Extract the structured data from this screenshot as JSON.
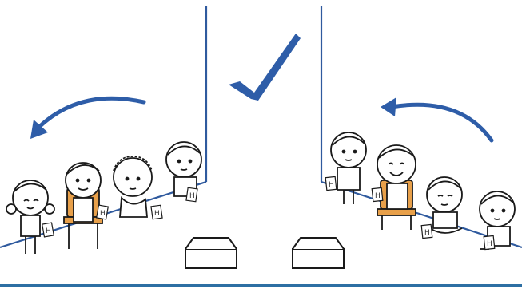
{
  "colors": {
    "line": "#2f5a9e",
    "arrow": "#2e5da8",
    "checkmark": "#2e5da8",
    "bottom_rule": "#2d6fa3",
    "outline": "#1a1a1a",
    "chair": "#e8a04a"
  },
  "cards": {
    "left": [
      "H",
      "H",
      "H",
      "H"
    ],
    "right": [
      "H",
      "H",
      "H",
      "H"
    ]
  },
  "icons": {
    "checkmark": "checkmark-icon",
    "arrow_left": "curved-arrow-left-icon",
    "arrow_right": "curved-arrow-left-icon",
    "box": "open-box-icon"
  }
}
